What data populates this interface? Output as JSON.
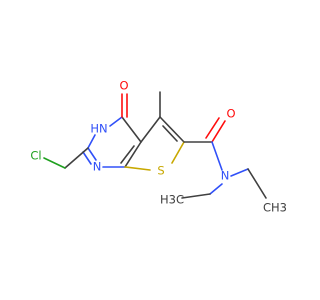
{
  "atom_labels": {
    "oxygen_ring": "O",
    "nh": "HN",
    "methyl_top": "",
    "oxygen_amide": "O",
    "nitrogen_amide": "N",
    "sulfur": "S",
    "nitrogen_ring": "N",
    "chlorine": "Cl",
    "ch3_left": "H3C",
    "ch3_right": "CH3"
  },
  "colors": {
    "carbon": "#404040",
    "nitrogen": "#3050f8",
    "oxygen": "#ff0d0d",
    "sulfur": "#c8a800",
    "chlorine": "#1fa01f"
  }
}
